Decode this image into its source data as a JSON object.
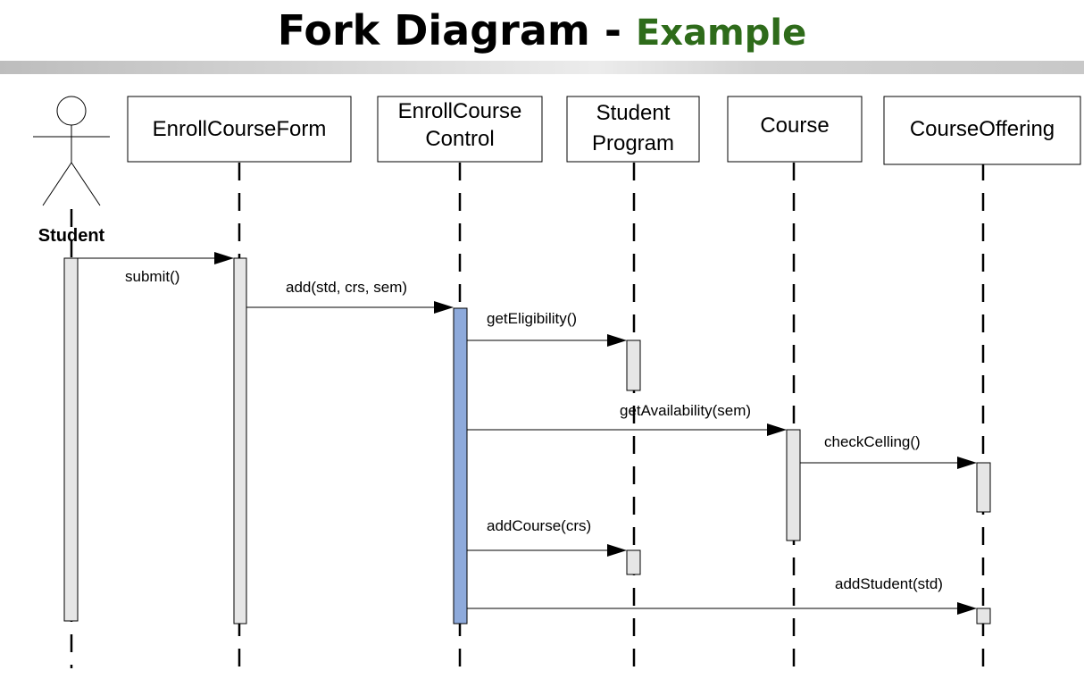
{
  "title": {
    "main": "Fork Diagram - ",
    "accent": "Example"
  },
  "actor": {
    "name": "Student"
  },
  "lifelines": [
    {
      "label_lines": [
        "EnrollCourseForm"
      ]
    },
    {
      "label_lines": [
        "EnrollCourse",
        "Control"
      ]
    },
    {
      "label_lines": [
        "Student",
        "Program"
      ]
    },
    {
      "label_lines": [
        "Course"
      ]
    },
    {
      "label_lines": [
        "CourseOffering"
      ]
    }
  ],
  "messages": [
    {
      "label": "submit()"
    },
    {
      "label": "add(std, crs, sem)"
    },
    {
      "label": "getEligibility()"
    },
    {
      "label": "getAvailability(sem)"
    },
    {
      "label": "checkCelling()"
    },
    {
      "label": "addCourse(crs)"
    },
    {
      "label": "addStudent(std)"
    }
  ],
  "colors": {
    "title_accent": "#2e6b1a",
    "control_activation": "#8eaadb",
    "activation": "#e6e6e6"
  }
}
